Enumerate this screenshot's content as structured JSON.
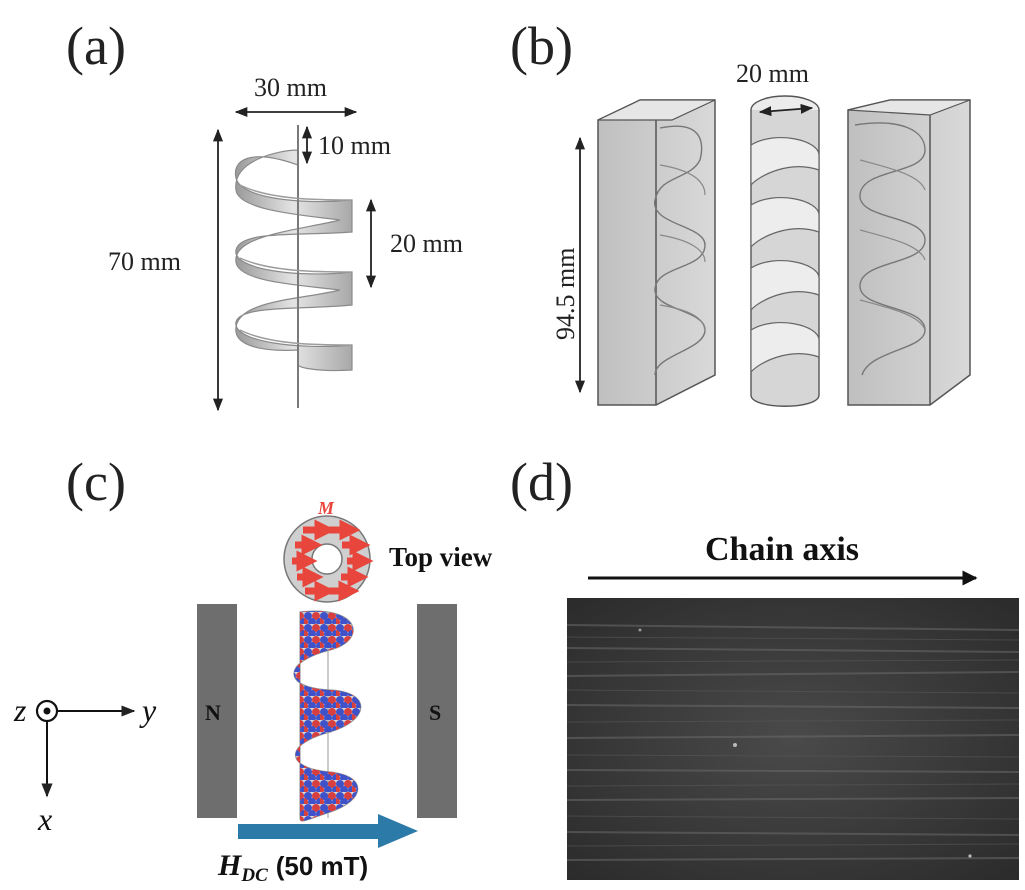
{
  "panels": {
    "a": {
      "label": "(a)",
      "dim_width": "30 mm",
      "dim_top": "10 mm",
      "dim_pitch": "20 mm",
      "dim_height": "70 mm"
    },
    "b": {
      "label": "(b)",
      "dim_diameter": "20 mm",
      "dim_height": "94.5 mm"
    },
    "c": {
      "label": "(c)",
      "magnetization_label": "M",
      "top_view_label": "Top  view",
      "pole_north": "N",
      "pole_south": "S",
      "axis_z": "z",
      "axis_y": "y",
      "axis_x": "x",
      "field_symbol": "H",
      "field_subscript": "DC",
      "field_value": "(50 mT)"
    },
    "d": {
      "label": "(d)",
      "chain_axis_label": "Chain axis"
    }
  },
  "colors": {
    "arrow_red": "#e8453c",
    "field_arrow": "#2c7aa8",
    "pole_gray": "#6e6e6e",
    "particle_blue": "#3246c8",
    "particle_red": "#d83232"
  }
}
